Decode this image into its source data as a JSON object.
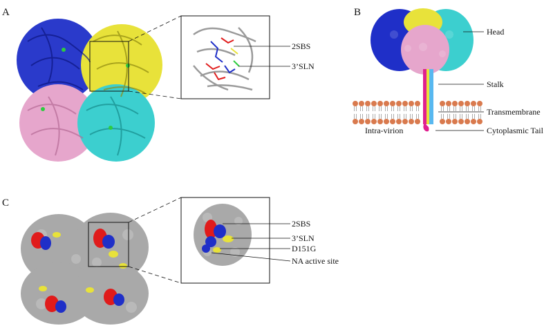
{
  "panels": {
    "a": {
      "letter": "A",
      "labels": [
        "2SBS",
        "3’SLN"
      ]
    },
    "b": {
      "letter": "B",
      "labels": {
        "head": "Head",
        "stalk": "Stalk",
        "transmembrane": "Transmembrane",
        "cytoplasmic": "Cytoplasmic Tail",
        "intravirion": "Intra-virion"
      }
    },
    "c": {
      "letter": "C",
      "labels": [
        "2SBS",
        "3’SLN",
        "D151G",
        "NA active site"
      ]
    }
  },
  "colors": {
    "blue": "#1f2fc8",
    "yellow": "#e8e23a",
    "pink": "#e6a6cc",
    "cyan": "#3ccfcf",
    "gray": "#a9a9a9",
    "red": "#e01b1b",
    "lipid": "#d97a4e",
    "magenta": "#e0208f",
    "lightblue": "#58b8f0"
  }
}
